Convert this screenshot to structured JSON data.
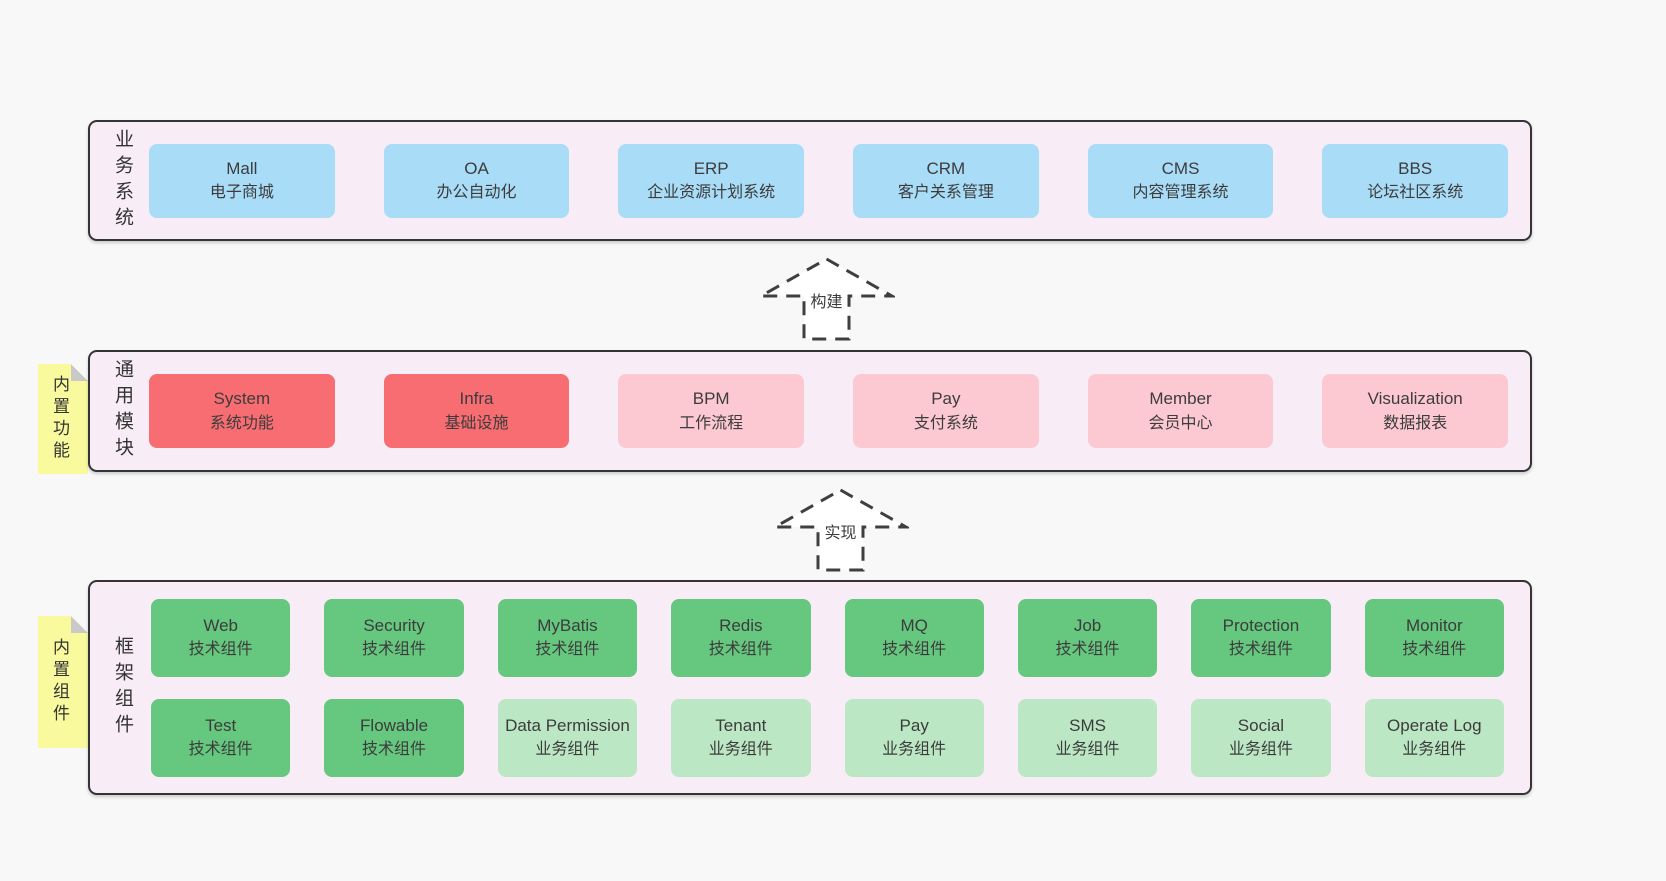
{
  "colors": {
    "blue": "#a9dcf7",
    "red": "#f76d71",
    "pink": "#fcc9d3",
    "green": "#66c77f",
    "light_green": "#bce7c4",
    "panel_bg": "#f8edf6",
    "tab_bg": "#f9fa9e"
  },
  "arrows": {
    "build": "构建",
    "implement": "实现"
  },
  "sections": {
    "business": {
      "side_label": "业务系统",
      "boxes": [
        {
          "name": "Mall",
          "desc": "电子商城"
        },
        {
          "name": "OA",
          "desc": "办公自动化"
        },
        {
          "name": "ERP",
          "desc": "企业资源计划系统"
        },
        {
          "name": "CRM",
          "desc": "客户关系管理"
        },
        {
          "name": "CMS",
          "desc": "内容管理系统"
        },
        {
          "name": "BBS",
          "desc": "论坛社区系统"
        }
      ]
    },
    "modules": {
      "side_label": "通用模块",
      "tab_label": "内置功能",
      "boxes": [
        {
          "name": "System",
          "desc": "系统功能",
          "variant": "red"
        },
        {
          "name": "Infra",
          "desc": "基础设施",
          "variant": "red"
        },
        {
          "name": "BPM",
          "desc": "工作流程",
          "variant": "pink"
        },
        {
          "name": "Pay",
          "desc": "支付系统",
          "variant": "pink"
        },
        {
          "name": "Member",
          "desc": "会员中心",
          "variant": "pink"
        },
        {
          "name": "Visualization",
          "desc": "数据报表",
          "variant": "pink"
        }
      ]
    },
    "components": {
      "side_label": "框架组件",
      "tab_label": "内置组件",
      "boxes": [
        {
          "name": "Web",
          "desc": "技术组件",
          "variant": "green"
        },
        {
          "name": "Security",
          "desc": "技术组件",
          "variant": "green"
        },
        {
          "name": "MyBatis",
          "desc": "技术组件",
          "variant": "green"
        },
        {
          "name": "Redis",
          "desc": "技术组件",
          "variant": "green"
        },
        {
          "name": "MQ",
          "desc": "技术组件",
          "variant": "green"
        },
        {
          "name": "Job",
          "desc": "技术组件",
          "variant": "green"
        },
        {
          "name": "Protection",
          "desc": "技术组件",
          "variant": "green"
        },
        {
          "name": "Monitor",
          "desc": "技术组件",
          "variant": "green"
        },
        {
          "name": "Test",
          "desc": "技术组件",
          "variant": "green"
        },
        {
          "name": "Flowable",
          "desc": "技术组件",
          "variant": "green"
        },
        {
          "name": "Data Permission",
          "desc": "业务组件",
          "variant": "light_green"
        },
        {
          "name": "Tenant",
          "desc": "业务组件",
          "variant": "light_green"
        },
        {
          "name": "Pay",
          "desc": "业务组件",
          "variant": "light_green"
        },
        {
          "name": "SMS",
          "desc": "业务组件",
          "variant": "light_green"
        },
        {
          "name": "Social",
          "desc": "业务组件",
          "variant": "light_green"
        },
        {
          "name": "Operate Log",
          "desc": "业务组件",
          "variant": "light_green"
        }
      ]
    }
  }
}
